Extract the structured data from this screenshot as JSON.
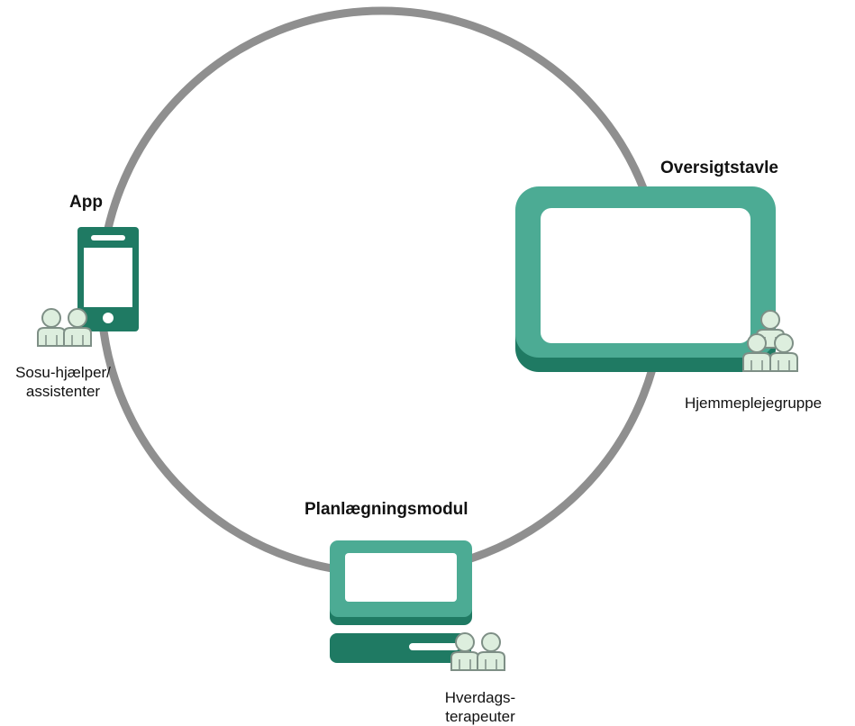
{
  "diagram": {
    "nodes": {
      "app": {
        "title": "App",
        "group_label_line1": "Sosu-hjælper/",
        "group_label_line2": "assistenter"
      },
      "board": {
        "title": "Oversigtstavle",
        "group_label": "Hjemmeplejegruppe"
      },
      "planning": {
        "title": "Planlægningsmodul",
        "group_label_line1": "Hverdags-",
        "group_label_line2": "terapeuter"
      }
    },
    "colors": {
      "ring": "#8f8f8f",
      "device_main": "#4cab94",
      "device_dark": "#1f7a63",
      "person_fill": "#ddeede",
      "person_stroke": "#7e8f86"
    }
  }
}
